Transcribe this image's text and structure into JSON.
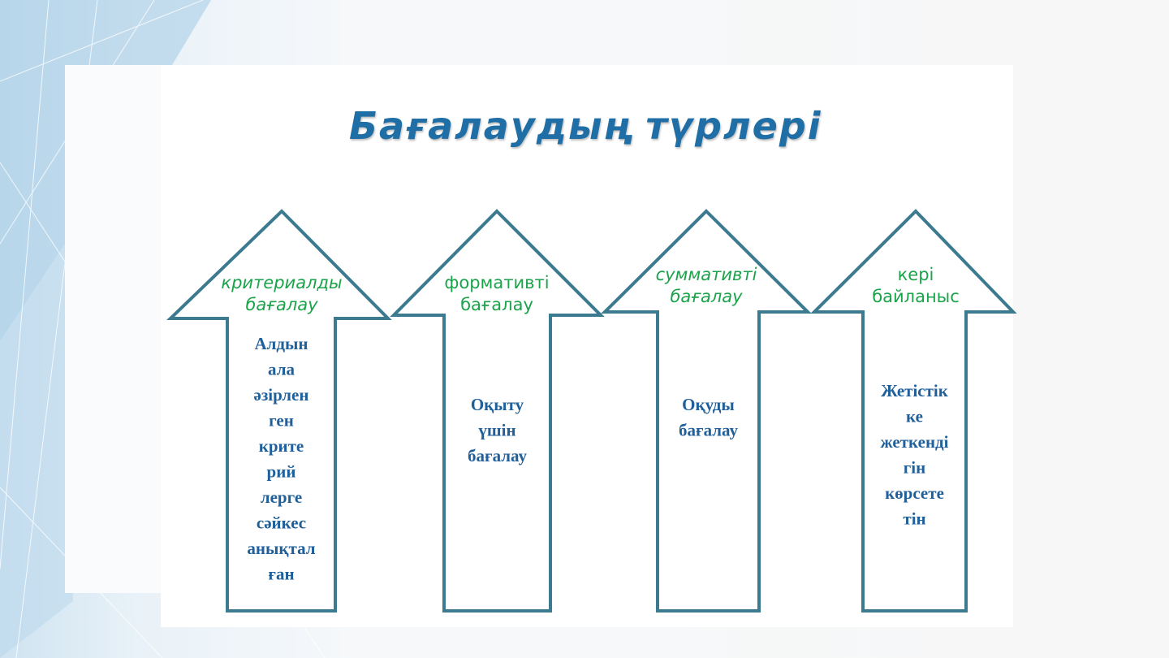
{
  "slide": {
    "title": "Бағалаудың түрлері",
    "arrows": [
      {
        "head": [
          "критериалды",
          "бағалау"
        ],
        "head_italic": true,
        "body": [
          "Алдын",
          "ала",
          "әзірлен",
          "ген",
          "крите",
          "рий",
          "лерге",
          "сәйкес",
          "анықтал",
          "ған"
        ]
      },
      {
        "head": [
          "формативті",
          "бағалау"
        ],
        "head_italic": false,
        "body": [
          "Оқыту",
          "үшін",
          "бағалау"
        ]
      },
      {
        "head": [
          "суммативті",
          "бағалау"
        ],
        "head_italic": true,
        "body": [
          "Оқуды",
          "бағалау"
        ]
      },
      {
        "head": [
          "кері",
          "байланыс"
        ],
        "head_italic": false,
        "body": [
          "Жетістік",
          "ке",
          "жеткенді",
          "гін",
          "көрсете",
          "тін"
        ]
      }
    ]
  },
  "colors": {
    "outline": "#3c7a90",
    "head_text": "#1aa34a",
    "body_text": "#1f5f9a",
    "title": "#1f6ea6"
  }
}
